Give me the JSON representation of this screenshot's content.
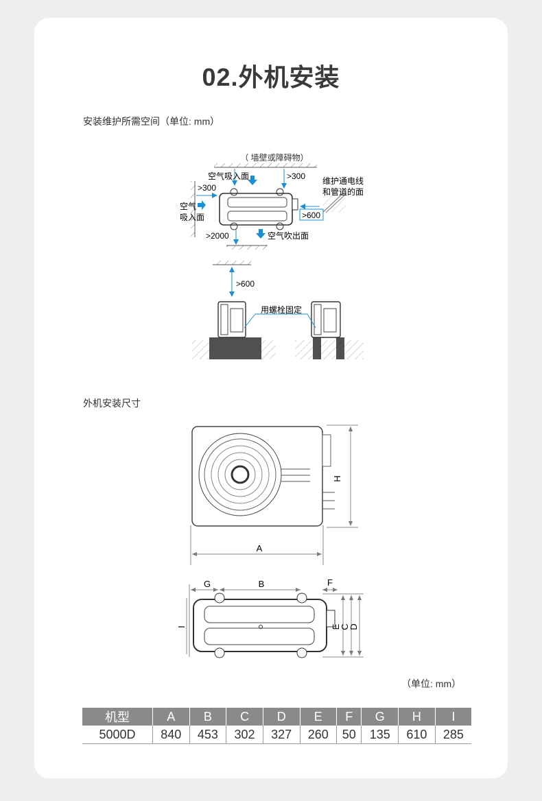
{
  "title": "02.外机安装",
  "section1": "安装维护所需空间（单位: mm）",
  "section2": "外机安装尺寸",
  "diagram1": {
    "wall": "（ 墙壁或障碍物）",
    "air_in_top": "空气吸入面",
    "dim_top_right": ">300",
    "dim_left": ">300",
    "maintenance": [
      "维护通电线",
      "和管道的面"
    ],
    "air_in_left": [
      "空气",
      "吸入面"
    ],
    "dim_right": ">600",
    "dim_bottom": ">2000",
    "air_out": "空气吹出面",
    "dim_front": ">600",
    "bolt": "用螺栓固定"
  },
  "diagram2": {
    "a": "A",
    "h": "H",
    "g": "G",
    "b": "B",
    "f": "F",
    "i": "I",
    "e": "E",
    "c": "C",
    "d": "D"
  },
  "unit": "（单位: mm）",
  "table": {
    "headers": [
      "机型",
      "A",
      "B",
      "C",
      "D",
      "E",
      "F",
      "G",
      "H",
      "I"
    ],
    "row": [
      "5000D",
      "840",
      "453",
      "302",
      "327",
      "260",
      "50",
      "135",
      "610",
      "285"
    ]
  },
  "colors": {
    "arrow": "#1a8fd6",
    "header_bg": "#8a8a8a",
    "ground": "#505050"
  }
}
